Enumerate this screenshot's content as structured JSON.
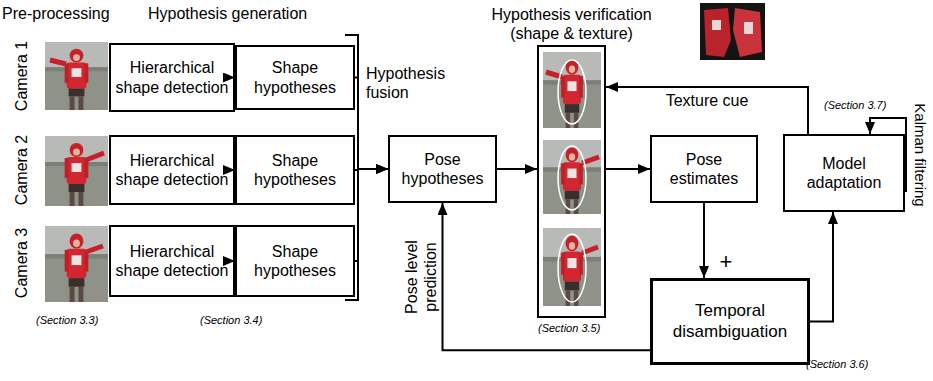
{
  "diagram": {
    "nodes": [
      {
        "text": [
          "Hierarchical shape detection"
        ]
      },
      {
        "text": [
          "Shape hypotheses"
        ]
      },
      {
        "text": [
          "Hierarchical shape detection"
        ]
      },
      {
        "text": [
          "Shape hypotheses"
        ]
      },
      {
        "text": [
          "Hierarchical shape detection"
        ]
      },
      {
        "text": [
          "Shape hypotheses"
        ]
      },
      {
        "text": [
          "Pose hypotheses"
        ]
      },
      {
        "text": [
          "Hypothesis verification (shape & texture)"
        ]
      },
      {
        "text": [
          "Pose estimates"
        ]
      },
      {
        "text": [
          "Model adaptation"
        ]
      },
      {
        "text": [
          "Temporal disambiguation"
        ]
      }
    ],
    "edges": [
      {
        "from": 0,
        "to": 1,
        "arrow": "to"
      },
      {
        "from": 2,
        "to": 3,
        "arrow": "to"
      },
      {
        "from": 4,
        "to": 5,
        "arrow": "to"
      },
      {
        "from": 1,
        "to": 6,
        "arrow": "to"
      },
      {
        "from": 3,
        "to": 6,
        "arrow": "to"
      },
      {
        "from": 5,
        "to": 6,
        "arrow": "to"
      },
      {
        "from": 6,
        "to": 7,
        "arrow": "to"
      },
      {
        "from": 7,
        "to": 8,
        "arrow": "to"
      },
      {
        "from": 8,
        "to": 10,
        "label": "+",
        "arrow": "to"
      },
      {
        "from": 10,
        "to": 6,
        "label": "Pose level prediction",
        "arrow": "to"
      },
      {
        "from": 10,
        "to": 9,
        "arrow": "to"
      },
      {
        "from": 9,
        "to": 7,
        "label": "Texture cue",
        "arrow": "to"
      },
      {
        "from": 9,
        "to": 9,
        "label": "Kalman filtering",
        "arrow": "to"
      }
    ],
    "labels": [
      "Pre-processing",
      "Hypothesis generation",
      "Camera 1",
      "Camera 2",
      "Camera 3",
      "Hypothesis fusion",
      "(Section 3.3)",
      "(Section 3.4)",
      "(Section 3.5)",
      "(Section 3.6)",
      "(Section 3.7)"
    ]
  }
}
